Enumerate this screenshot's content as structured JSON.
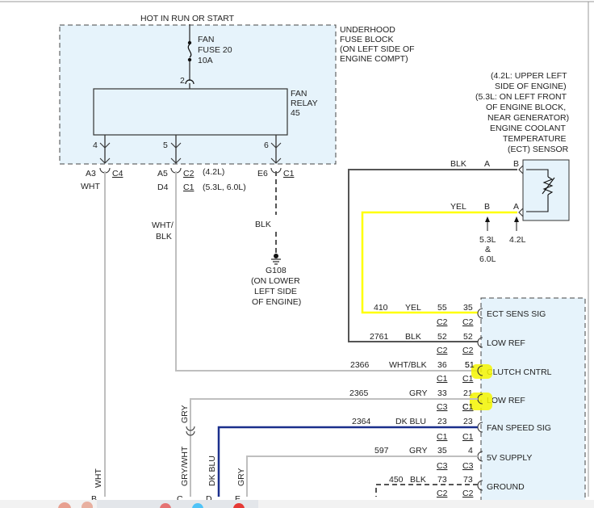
{
  "diagram": {
    "power_label": "HOT IN RUN OR START",
    "fuse_block": {
      "lines": [
        "UNDERHOOD",
        "FUSE BLOCK",
        "(ON LEFT SIDE OF",
        "ENGINE COMPT)"
      ],
      "fuse_lines": [
        "FAN",
        "FUSE 20",
        "10A"
      ],
      "relay_lines": [
        "FAN",
        "RELAY",
        "45"
      ],
      "pins": [
        "2",
        "4",
        "5",
        "6"
      ]
    },
    "relay_outputs": {
      "left": {
        "pin": "A3",
        "conn": "C4",
        "wire": "WHT"
      },
      "mid": {
        "pin1": "A5",
        "conn1": "C2",
        "engine1": "(4.2L)",
        "pin2": "D4",
        "conn2": "C1",
        "engine2": "(5.3L, 6.0L)"
      },
      "right": {
        "pin": "E6",
        "conn": "C1"
      },
      "mid_wire_lines": [
        "WHT/",
        "BLK"
      ],
      "right_wire": "BLK"
    },
    "ground": {
      "name": "G108",
      "lines": [
        "(ON LOWER",
        "LEFT SIDE",
        "OF ENGINE)"
      ]
    },
    "sensor": {
      "lines": [
        "(4.2L: UPPER LEFT",
        "SIDE OF ENGINE)",
        "(5.3L: ON LEFT FRONT",
        "OF ENGINE BLOCK,",
        "NEAR GENERATOR)",
        "ENGINE COOLANT",
        "TEMPERATURE",
        "(ECT) SENSOR"
      ],
      "blk_wire": "BLK",
      "blk_pin_a": "A",
      "blk_pin_b": "B",
      "yel_wire": "YEL",
      "yel_pin_a": "B",
      "yel_pin_b": "A",
      "note_left": [
        "5.3L",
        "&",
        "6.0L"
      ],
      "note_right": "4.2L"
    },
    "ecm_rows": [
      {
        "circuit": "410",
        "wire": "YEL",
        "pin1": "55",
        "pin2": "35",
        "conn1": "C2",
        "conn2": "C2",
        "label": "ECT SENS SIG"
      },
      {
        "circuit": "2761",
        "wire": "BLK",
        "pin1": "52",
        "pin2": "52",
        "conn1": "C2",
        "conn2": "C2",
        "label": "LOW REF"
      },
      {
        "circuit": "2366",
        "wire": "WHT/BLK",
        "pin1": "36",
        "pin2": "51",
        "conn1": "C1",
        "conn2": "C1",
        "label": "CLUTCH CNTRL"
      },
      {
        "circuit": "2365",
        "wire": "GRY",
        "pin1": "33",
        "pin2": "21",
        "conn1": "C3",
        "conn2": "C1",
        "label": "LOW REF"
      },
      {
        "circuit": "2364",
        "wire": "DK BLU",
        "pin1": "23",
        "pin2": "23",
        "conn1": "C1",
        "conn2": "C1",
        "label": "FAN SPEED SIG"
      },
      {
        "circuit": "597",
        "wire": "GRY",
        "pin1": "35",
        "pin2": "4",
        "conn1": "C3",
        "conn2": "C3",
        "label": "5V SUPPLY"
      },
      {
        "circuit": "450",
        "wire": "BLK",
        "pin1": "73",
        "pin2": "73",
        "conn1": "C2",
        "conn2": "C2",
        "label": "GROUND"
      }
    ],
    "vertical_wires": {
      "gry": "GRY",
      "gry_wht": "GRY/WHT",
      "dk_blu": "DK BLU",
      "gry2": "GRY",
      "wht": "WHT"
    },
    "bottom_pins": [
      "B",
      "C",
      "D",
      "E"
    ],
    "colors": {
      "fuse_block_fill": "#e6f3fb",
      "ecm_fill": "#e6f3fb",
      "wire_gray": "#bfbfbf",
      "wire_dark": "#555555",
      "wire_blue": "#1a2f8c",
      "wire_yellow": "#ffff00",
      "highlight": "#f4f400"
    }
  }
}
